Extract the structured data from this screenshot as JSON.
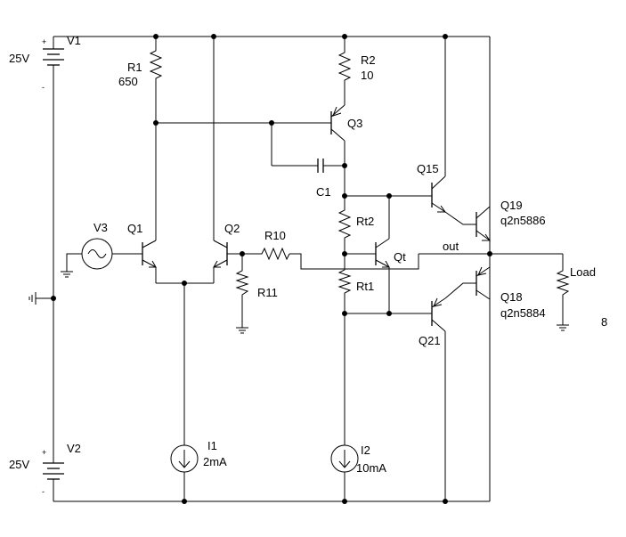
{
  "schematic": {
    "labels": {
      "v1": "V1",
      "v1_value": "25V",
      "v1_plus": "+",
      "v1_minus": "-",
      "v2": "V2",
      "v2_value": "25V",
      "v2_plus": "+",
      "v2_minus": "-",
      "v3": "V3",
      "r1": "R1",
      "r1_value": "650",
      "r2": "R2",
      "r2_value": "10",
      "r10": "R10",
      "r11": "R11",
      "rt1": "Rt1",
      "rt2": "Rt2",
      "c1": "C1",
      "q1": "Q1",
      "q2": "Q2",
      "q3": "Q3",
      "q15": "Q15",
      "q19": "Q19",
      "q19_model": "q2n5886",
      "q18": "Q18",
      "q18_model": "q2n5884",
      "q21": "Q21",
      "qt": "Qt",
      "out": "out",
      "load": "Load",
      "load_value": "8",
      "i1": "I1",
      "i1_value": "2mA",
      "i2": "I2",
      "i2_value": "10mA"
    }
  }
}
